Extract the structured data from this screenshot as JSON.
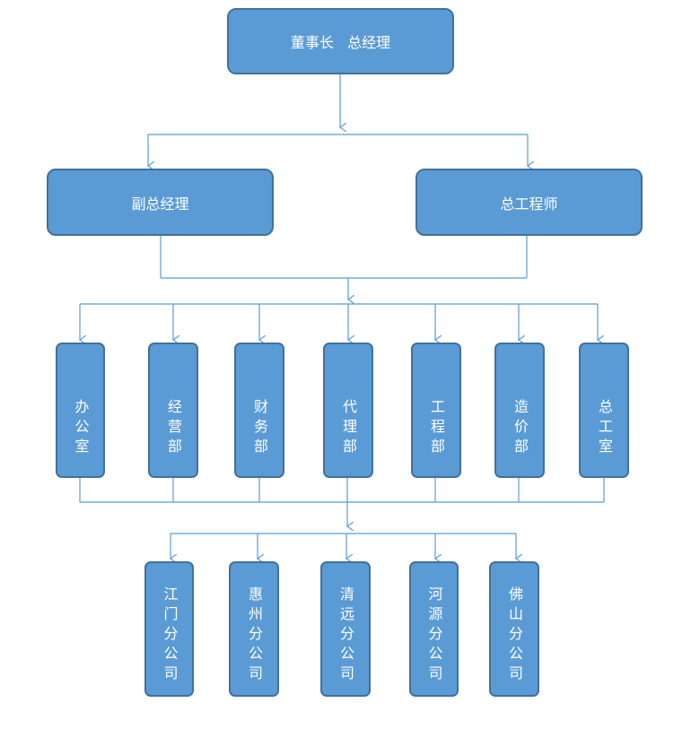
{
  "chairman": "董事长   总经理",
  "vice_gm": "副总经理",
  "chief_engineer": "总工程师",
  "departments": [
    "办公室",
    "经营部",
    "财务部",
    "代理部",
    "工程部",
    "造价部",
    "总工室"
  ],
  "branches": [
    "江门分公司",
    "惠州分公司",
    "清远分公司",
    "河源分公司",
    "佛山分公司"
  ],
  "colors": {
    "box_fill": "#5b9bd5",
    "box_border": "#41719c",
    "line": "#5b9bd5"
  }
}
